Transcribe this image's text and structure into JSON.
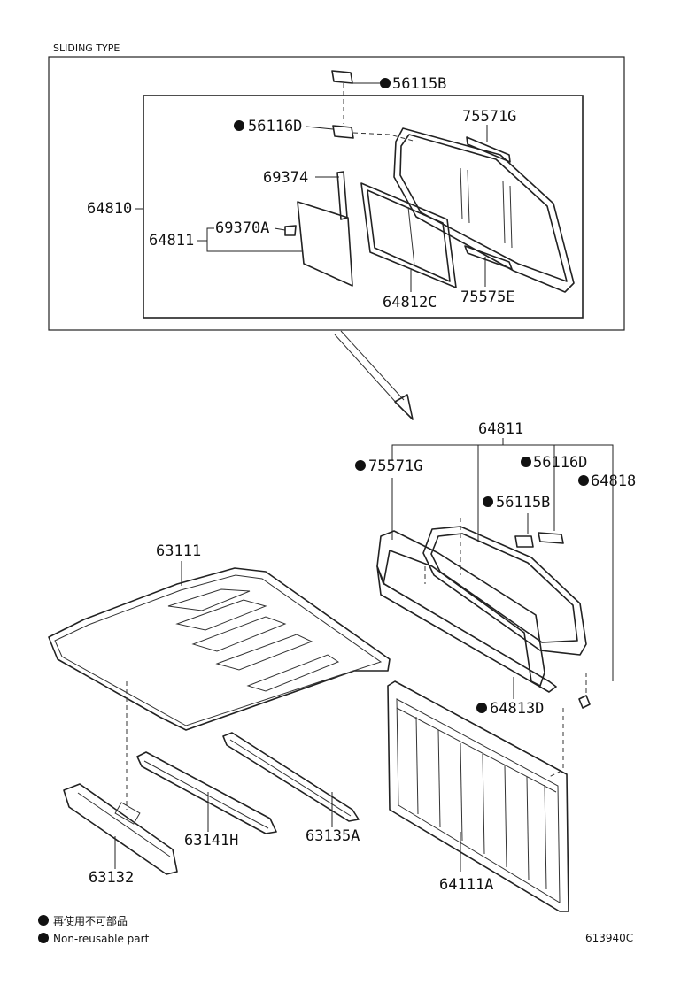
{
  "header": {
    "section_title": "SLIDING TYPE"
  },
  "parts": {
    "p56115B_top": "56115B",
    "p56116D_top": "56116D",
    "p75571G_top": "75571G",
    "p69374": "69374",
    "p64810": "64810",
    "p69370A": "69370A",
    "p64811_top": "64811",
    "p64812C": "64812C",
    "p75575E": "75575E",
    "p64811_mid": "64811",
    "p75571G_mid": "75571G",
    "p56116D_mid": "56116D",
    "p64818": "64818",
    "p56115B_mid": "56115B",
    "p63111": "63111",
    "p64813D": "64813D",
    "p63141H": "63141H",
    "p63135A": "63135A",
    "p63132": "63132",
    "p64111A": "64111A"
  },
  "legend": {
    "line1": "再使用不可部品",
    "line2": "Non-reusable part"
  },
  "footer": {
    "diagram_code": "613940C"
  }
}
